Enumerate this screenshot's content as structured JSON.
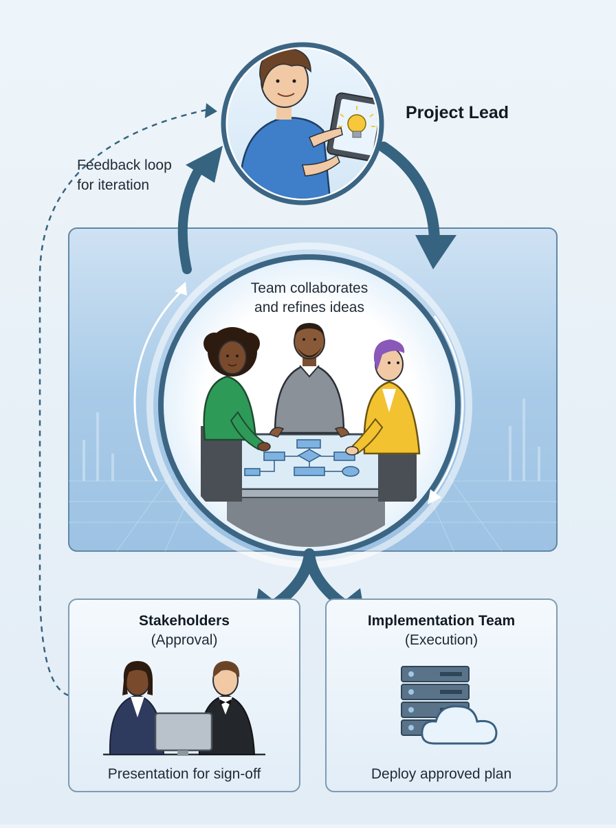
{
  "project_lead": {
    "label": "Project Lead"
  },
  "feedback": {
    "label_line1": "Feedback loop",
    "label_line2": "for iteration"
  },
  "team": {
    "label_line1": "Team collaborates",
    "label_line2": "and refines ideas"
  },
  "stakeholders": {
    "title": "Stakeholders",
    "subtitle": "(Approval)",
    "caption": "Presentation for sign-off"
  },
  "implementation": {
    "title": "Implementation Team",
    "subtitle": "(Execution)",
    "caption": "Deploy approved plan"
  },
  "colors": {
    "arrow": "#36637f",
    "panel_blue": "#a9cbe8",
    "panel_border": "#5f87a6",
    "card_border": "#7f9bb2",
    "ring": "#3b6583",
    "lightbulb": "#f6c83a",
    "shirt_lead": "#3f7fc9",
    "shirt_green": "#2e9a57",
    "shirt_gray": "#8a9199",
    "jacket_yellow": "#f2c230"
  }
}
